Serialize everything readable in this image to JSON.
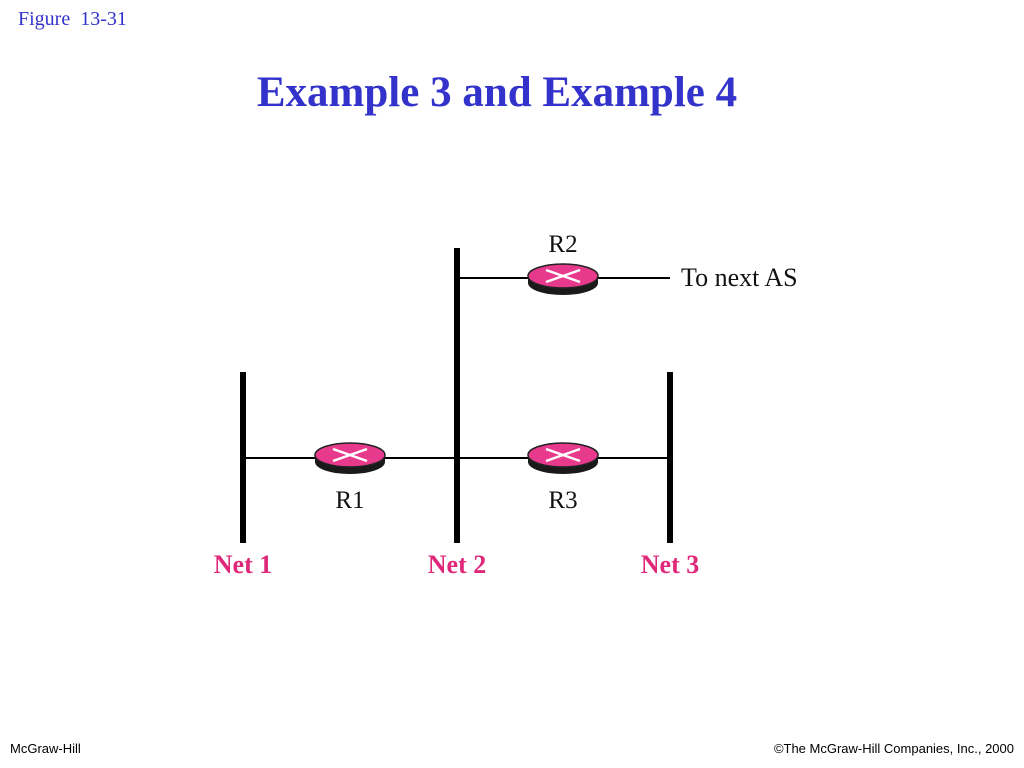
{
  "header": {
    "figure_label": "Figure  13-31",
    "title": "Example 3 and Example 4"
  },
  "diagram": {
    "routers": [
      {
        "id": "R1",
        "label": "R1"
      },
      {
        "id": "R2",
        "label": "R2"
      },
      {
        "id": "R3",
        "label": "R3"
      }
    ],
    "networks": [
      {
        "id": "net1",
        "label": "Net 1"
      },
      {
        "id": "net2",
        "label": "Net 2"
      },
      {
        "id": "net3",
        "label": "Net 3"
      }
    ],
    "external_link_label": "To next AS",
    "colors": {
      "router_fill": "#e83a8c",
      "router_stroke": "#222222",
      "net_label": "#e0287a",
      "title": "#3333cc"
    }
  },
  "footer": {
    "left": "McGraw-Hill",
    "right": "©The McGraw-Hill Companies, Inc., 2000"
  }
}
